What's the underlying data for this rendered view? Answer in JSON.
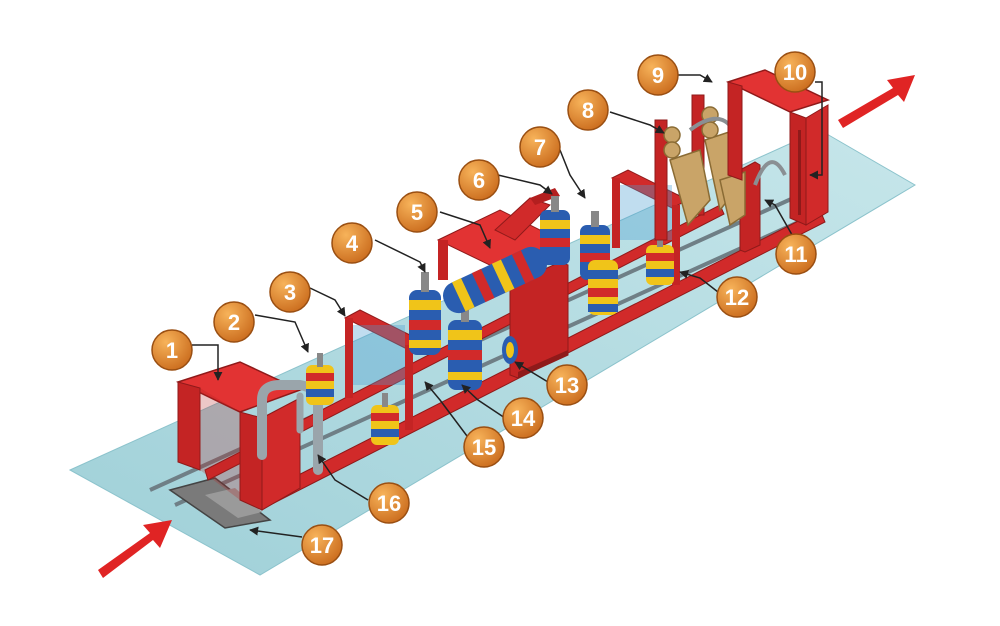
{
  "diagram": {
    "callouts": [
      {
        "label": "1"
      },
      {
        "label": "2"
      },
      {
        "label": "3"
      },
      {
        "label": "4"
      },
      {
        "label": "5"
      },
      {
        "label": "6"
      },
      {
        "label": "7"
      },
      {
        "label": "8"
      },
      {
        "label": "9"
      },
      {
        "label": "10"
      },
      {
        "label": "11"
      },
      {
        "label": "12"
      },
      {
        "label": "13"
      },
      {
        "label": "14"
      },
      {
        "label": "15"
      },
      {
        "label": "16"
      },
      {
        "label": "17"
      }
    ],
    "colors": {
      "frame_red": "#d12a2a",
      "frame_dark": "#9c1c1c",
      "floor": "#a9d6dd",
      "callout_orange": "#d9791f",
      "arrow_red": "#e02424",
      "brush_blue": "#2a5db0",
      "brush_yellow": "#f0c419",
      "dryer_tan": "#c9a468"
    }
  }
}
